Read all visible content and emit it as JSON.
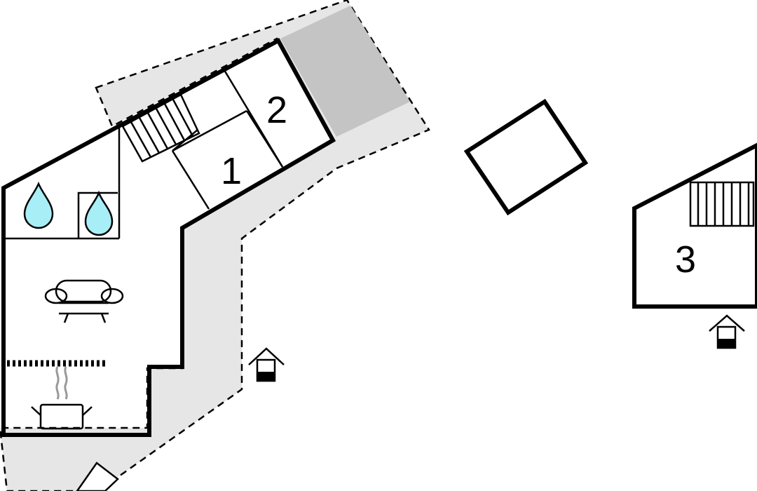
{
  "rooms": [
    {
      "label": "1",
      "type": "bedroom"
    },
    {
      "label": "2",
      "type": "bedroom"
    },
    {
      "label": "3",
      "type": "bedroom"
    }
  ],
  "icons": [
    "water-drop-icon",
    "sofa-icon",
    "cooking-pot-icon",
    "entrance-icon",
    "stairs-icon"
  ],
  "colors": {
    "terrace": "#e6e6e6",
    "carport": "#c4c4c4",
    "water": "#a8eef6",
    "walls": "#000000"
  }
}
